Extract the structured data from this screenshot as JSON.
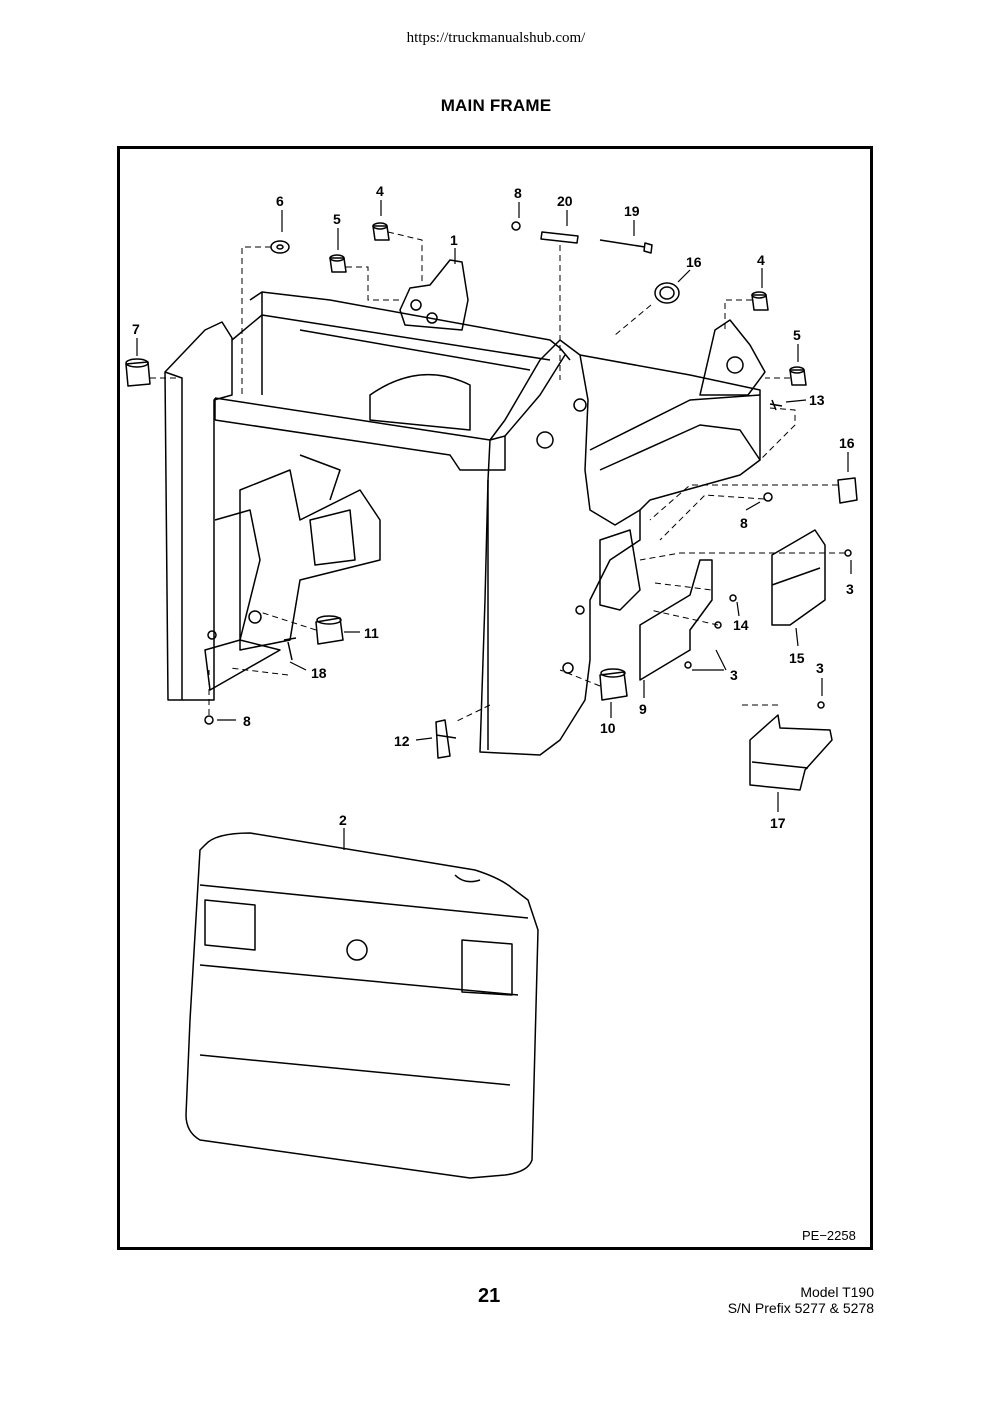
{
  "header": {
    "url": "https://truckmanualshub.com/"
  },
  "title": "MAIN FRAME",
  "figure": {
    "id": "PE−2258",
    "callouts": {
      "c1": "1",
      "c2": "2",
      "c3a": "3",
      "c3b": "3",
      "c3c": "3",
      "c4a": "4",
      "c4b": "4",
      "c5a": "5",
      "c5b": "5",
      "c6": "6",
      "c7": "7",
      "c8a": "8",
      "c8b": "8",
      "c8c": "8",
      "c9": "9",
      "c10": "10",
      "c11": "11",
      "c12": "12",
      "c13": "13",
      "c14": "14",
      "c15": "15",
      "c16a": "16",
      "c16b": "16",
      "c17": "17",
      "c18": "18",
      "c19": "19",
      "c20": "20"
    }
  },
  "footer": {
    "page_number": "21",
    "model": "Model T190",
    "serial": "S/N Prefix 5277 & 5278"
  }
}
